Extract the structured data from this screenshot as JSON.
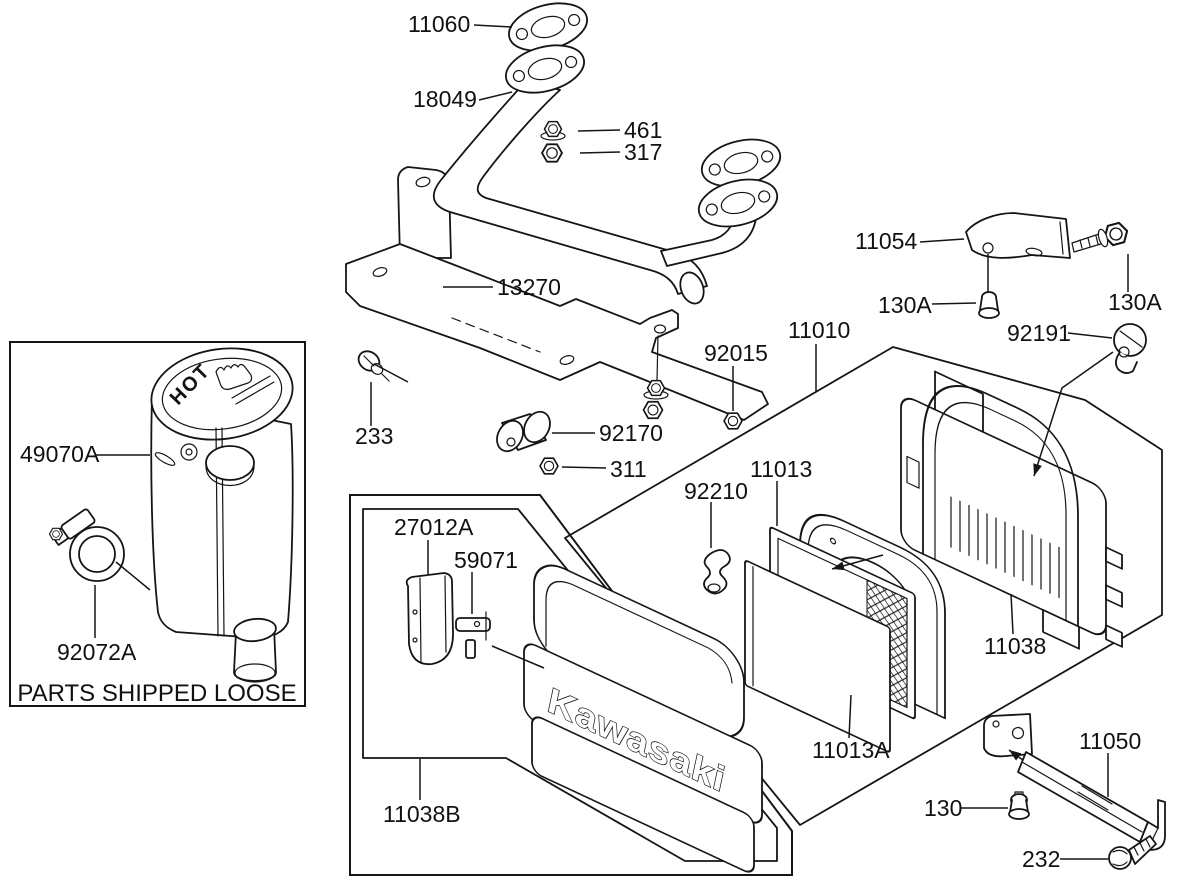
{
  "page": {
    "background": "#ffffff",
    "line_color": "#151515"
  },
  "box_left": {
    "caption": "PARTS SHIPPED LOOSE"
  },
  "muffler": {
    "warning_text": "HOT"
  },
  "cover": {
    "logo_text": "Kawasaki"
  },
  "labels": {
    "11060": "11060",
    "18049": "18049",
    "461": "461",
    "317": "317",
    "13270": "13270",
    "11054": "11054",
    "130A": "130A",
    "92191": "92191",
    "11010": "11010",
    "92015": "92015",
    "233": "233",
    "92170": "92170",
    "311": "311",
    "49070A": "49070A",
    "92072A": "92072A",
    "27012A": "27012A",
    "59071": "59071",
    "11038B": "11038B",
    "92210": "92210",
    "11013": "11013",
    "11013A": "11013A",
    "11038": "11038",
    "11050": "11050",
    "130": "130",
    "232": "232"
  }
}
